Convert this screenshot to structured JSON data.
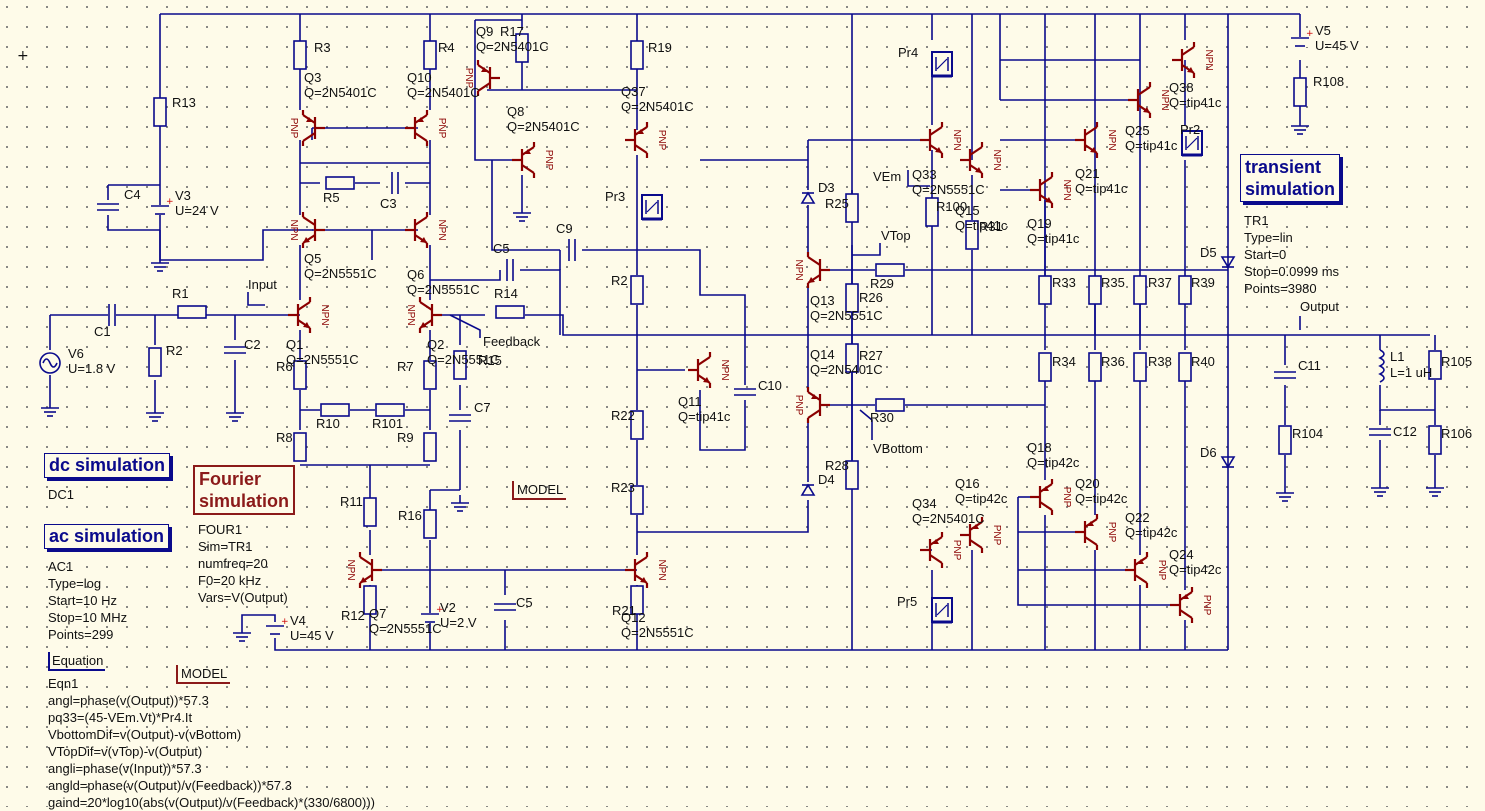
{
  "simulations": {
    "dc": {
      "title": "dc simulation",
      "name": "DC1"
    },
    "ac": {
      "title": "ac simulation",
      "name": "AC1",
      "lines": [
        "Type=log",
        "Start=10 Hz",
        "Stop=10 MHz",
        "Points=299"
      ]
    },
    "fourier": {
      "title_line1": "Fourier",
      "title_line2": "simulation",
      "name": "FOUR1",
      "lines": [
        "Sim=TR1",
        "numfreq=20",
        "F0=20 kHz",
        "Vars=V(Output)"
      ]
    },
    "transient": {
      "title_line1": "transient",
      "title_line2": "simulation",
      "name": "TR1",
      "lines": [
        "Type=lin",
        "Start=0",
        "Stop=0.0999 ms",
        "Points=3980"
      ]
    }
  },
  "equation": {
    "title": "Equation",
    "name": "Eqn1",
    "lines": [
      "angl=phase(v(Output))*57.3",
      "pq33=(45-VEm.Vt)*Pr4.It",
      "VbottomDif=v(Output)-v(vBottom)",
      "VTopDif=v(vTop)-v(Output)",
      "angli=phase(v(Input))*57.3",
      "angld=phase(v(Output)/v(Feedback))*57.3",
      "gaind=20*log10(abs(v(Output)/v(Feedback)*(330/6800)))"
    ]
  },
  "models": [
    "MODEL",
    "MODEL"
  ],
  "nodes": {
    "input": "Input",
    "feedback": "Feedback",
    "output": "Output",
    "vtop": "VTop",
    "vbottom": "VBottom",
    "vem": "VEm"
  },
  "sources": {
    "v6": {
      "name": "V6",
      "value": "U=1.8 V"
    },
    "v3": {
      "name": "V3",
      "value": "U=24 V"
    },
    "v4": {
      "name": "V4",
      "value": "U=45 V"
    },
    "v2": {
      "name": "V2",
      "value": "U=2 V"
    },
    "v5": {
      "name": "V5",
      "value": "U=45 V"
    }
  },
  "resistors": {
    "r1": "R1",
    "r2": "R2",
    "r3": "R3",
    "r4": "R4",
    "r5": "R5",
    "r6": "R6",
    "r7": "R7",
    "r8": "R8",
    "r9": "R9",
    "r10": "R10",
    "r101": "R101",
    "r11": "R11",
    "r12": "R12",
    "r13": "R13",
    "r14": "R14",
    "r15": "R15",
    "r16": "R16",
    "r17": "R17",
    "r19": "R19",
    "r2b": "R2",
    "r21": "R21",
    "r22": "R22",
    "r23": "R23",
    "r25": "R25",
    "r26": "R26",
    "r27": "R27",
    "r28": "R28",
    "r29": "R29",
    "r30": "R30",
    "r31": "R31",
    "r33": "R33",
    "r34": "R34",
    "r35": "R35",
    "r36": "R36",
    "r37": "R37",
    "r38": "R38",
    "r39": "R39",
    "r40": "R40",
    "r100": "R100",
    "r104": "R104",
    "r105": "R105",
    "r106": "R106",
    "r108": "R108"
  },
  "capacitors": {
    "c1": "C1",
    "c2": "C2",
    "c3": "C3",
    "c4": "C4",
    "c5": "C5",
    "c5b": "C5",
    "c7": "C7",
    "c9": "C9",
    "c10": "C10",
    "c11": "C11",
    "c12": "C12"
  },
  "inductors": {
    "l1": {
      "name": "L1",
      "value": "L=1 uH"
    }
  },
  "diodes": {
    "d3": "D3",
    "d4": "D4",
    "d5": "D5",
    "d6": "D6"
  },
  "probes": {
    "pr2": "Pr2",
    "pr3": "Pr3",
    "pr4": "Pr4",
    "pr5": "Pr5"
  },
  "transistors": {
    "q1": {
      "name": "Q1",
      "model": "Q=2N5551C",
      "type": "NPN"
    },
    "q2": {
      "name": "Q2",
      "model": "Q=2N5551C",
      "type": "NPN"
    },
    "q3": {
      "name": "Q3",
      "model": "Q=2N5401C",
      "type": "PNP"
    },
    "q10": {
      "name": "Q10",
      "model": "Q=2N5401C",
      "type": "PNP"
    },
    "q5": {
      "name": "Q5",
      "model": "Q=2N5551C",
      "type": "NPN"
    },
    "q6": {
      "name": "Q6",
      "model": "Q=2N5551C",
      "type": "NPN"
    },
    "q9": {
      "name": "Q9",
      "model": "Q=2N5401C",
      "type": "PNP"
    },
    "q8": {
      "name": "Q8",
      "model": "Q=2N5401C",
      "type": "PNP"
    },
    "q37": {
      "name": "Q37",
      "model": "Q=2N5401C",
      "type": "PNP"
    },
    "q7": {
      "name": "Q7",
      "model": "Q=2N5551C",
      "type": "NPN"
    },
    "q12": {
      "name": "Q12",
      "model": "Q=2N5551C",
      "type": "NPN"
    },
    "q11": {
      "name": "Q11",
      "model": "Q=tip41c",
      "type": "NPN"
    },
    "q13": {
      "name": "Q13",
      "model": "Q=2N5551C",
      "type": "NPN"
    },
    "q14": {
      "name": "Q14",
      "model": "Q=2N5401C",
      "type": "PNP"
    },
    "q33": {
      "name": "Q33",
      "model": "Q=2N5551C",
      "type": "NPN"
    },
    "q15": {
      "name": "Q15",
      "model": "Q=tip41c",
      "type": "NPN"
    },
    "q19": {
      "name": "Q19",
      "model": "Q=tip41c",
      "type": "NPN"
    },
    "q21": {
      "name": "Q21",
      "model": "Q=tip41c",
      "type": "NPN"
    },
    "q25": {
      "name": "Q25",
      "model": "Q=tip41c",
      "type": "NPN"
    },
    "q38": {
      "name": "Q38",
      "model": "Q=tip41c",
      "type": "NPN"
    },
    "q34": {
      "name": "Q34",
      "model": "Q=2N5401C",
      "type": "PNP"
    },
    "q16": {
      "name": "Q16",
      "model": "Q=tip42c",
      "type": "PNP"
    },
    "q18": {
      "name": "Q18",
      "model": "Q=tip42c",
      "type": "PNP"
    },
    "q20": {
      "name": "Q20",
      "model": "Q=tip42c",
      "type": "PNP"
    },
    "q22": {
      "name": "Q22",
      "model": "Q=tip42c",
      "type": "PNP"
    },
    "q24": {
      "name": "Q24",
      "model": "Q=tip42c",
      "type": "PNP"
    }
  }
}
